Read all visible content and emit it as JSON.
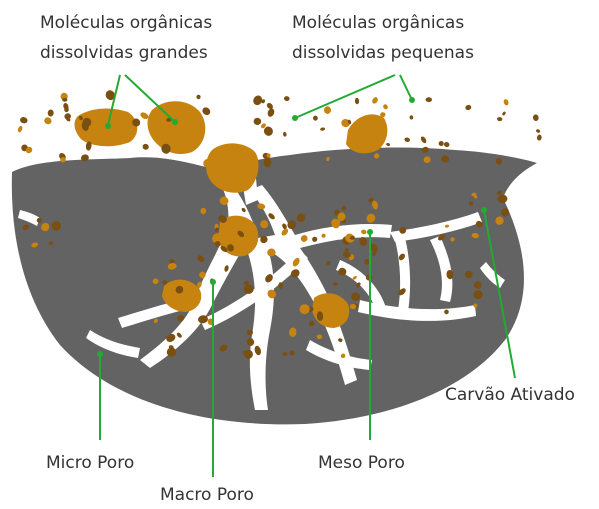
{
  "labels": {
    "large_molecules_line1": "Moléculas orgânicas",
    "large_molecules_line2": "dissolvidas grandes",
    "small_molecules_line1": "Moléculas orgânicas",
    "small_molecules_line2": "dissolvidas pequenas",
    "activated_carbon": "Carvão Ativado",
    "micro_pore": "Micro Poro",
    "macro_pore": "Macro Poro",
    "meso_pore": "Meso Poro"
  },
  "colors": {
    "carbon": "#636363",
    "large_molecule": "#c7830f",
    "small_molecule": "#7a4f12",
    "pore": "#ffffff",
    "leader_line": "#22aa33",
    "text": "#333333"
  }
}
